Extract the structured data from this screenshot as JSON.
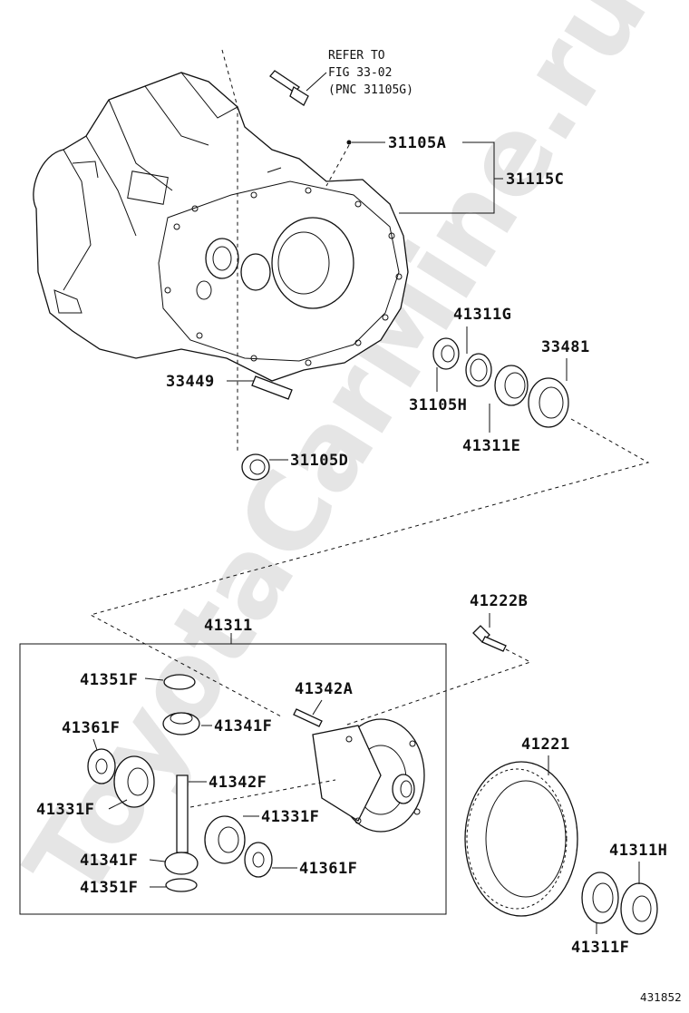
{
  "reference_note": {
    "line1": "REFER TO",
    "line2": "FIG 33-02",
    "line3": "(PNC 31105G)"
  },
  "labels": {
    "p31105A": "31105A",
    "p31115C": "31115C",
    "p41311G": "41311G",
    "p33481": "33481",
    "p33449": "33449",
    "p31105H": "31105H",
    "p41311E": "41311E",
    "p31105D": "31105D",
    "p41222B": "41222B",
    "p41311": "41311",
    "p41351F_top": "41351F",
    "p41342A": "41342A",
    "p41361F_left": "41361F",
    "p41341F_top": "41341F",
    "p41342F": "41342F",
    "p41331F_left": "41331F",
    "p41331F_right": "41331F",
    "p41221": "41221",
    "p41341F_bottom": "41341F",
    "p41361F_bottom": "41361F",
    "p41351F_bottom": "41351F",
    "p41311H": "41311H",
    "p41311F": "41311F"
  },
  "watermark": "ToyotaCarMine.ru",
  "diagram_number": "431852"
}
